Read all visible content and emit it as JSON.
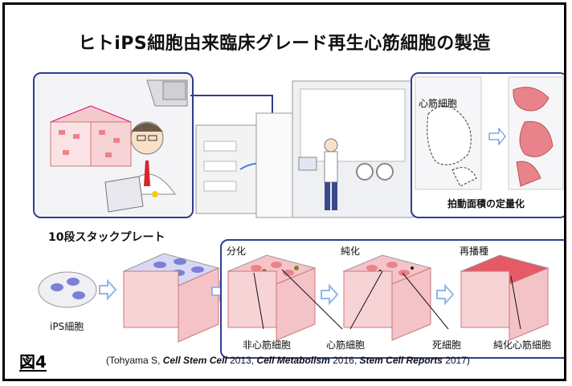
{
  "title": "ヒトiPS細胞由来臨床グレード再生心筋細胞の製造",
  "labels": {
    "cardiomyocyte": "心筋細胞",
    "beating_area": "拍動面積の定量化",
    "stack_plate": "10段スタックプレート",
    "differentiation": "分化",
    "purification": "純化",
    "reseeding": "再播種",
    "ips_cells": "iPS細胞",
    "non_cardiomyocyte": "非心筋細胞",
    "cardiomyocyte_bottom": "心筋細胞",
    "dead_cells": "死細胞",
    "purified_cardiomyocyte": "純化心筋細胞"
  },
  "figure_label": "図4",
  "citation": {
    "prefix": "(Tohyama S, ",
    "j1": "Cell Stem Cell",
    "y1": " 2013, ",
    "j2": "Cell Metabolism",
    "y2": " 2016, ",
    "j3": "Stem Cell Reports",
    "y3": " 2017)"
  },
  "colors": {
    "frame_border": "#2f3d8f",
    "cell_pink": "#e9838b",
    "dish_purple": "#7b7fd6",
    "arrow_blue": "#8fb8e6"
  }
}
